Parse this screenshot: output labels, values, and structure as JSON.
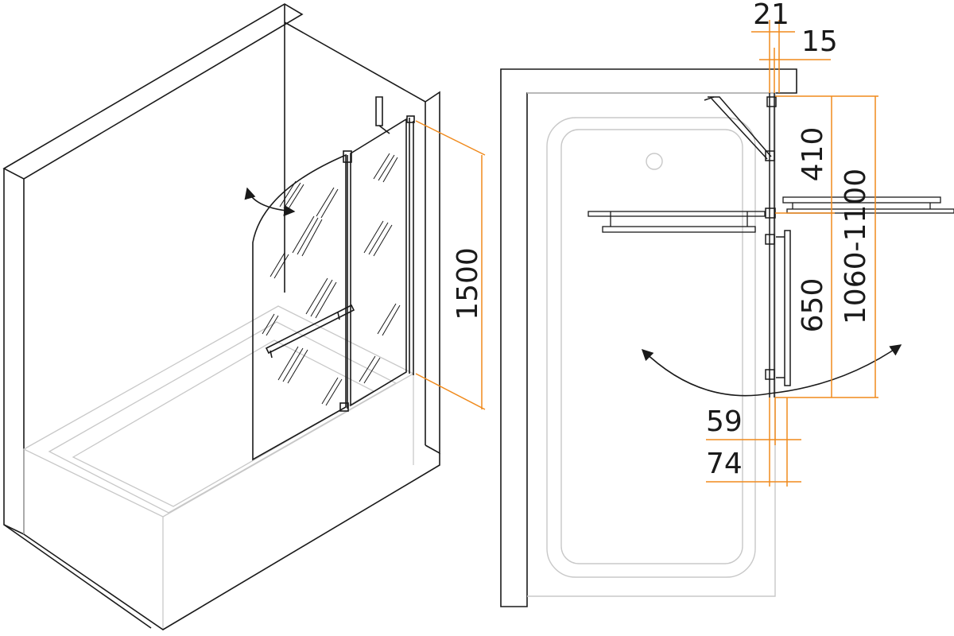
{
  "colors": {
    "outline": "#1a1a1a",
    "faint": "#c8c8c8",
    "dimension": "#f08a1c",
    "background": "#ffffff"
  },
  "dimensions": {
    "height_total": "1500",
    "top_offset": "21",
    "profile_width": "15",
    "fixed_part": "410",
    "total_width": "1060-1100",
    "towel_bar": "650",
    "depth_small": "59",
    "depth_large": "74"
  }
}
